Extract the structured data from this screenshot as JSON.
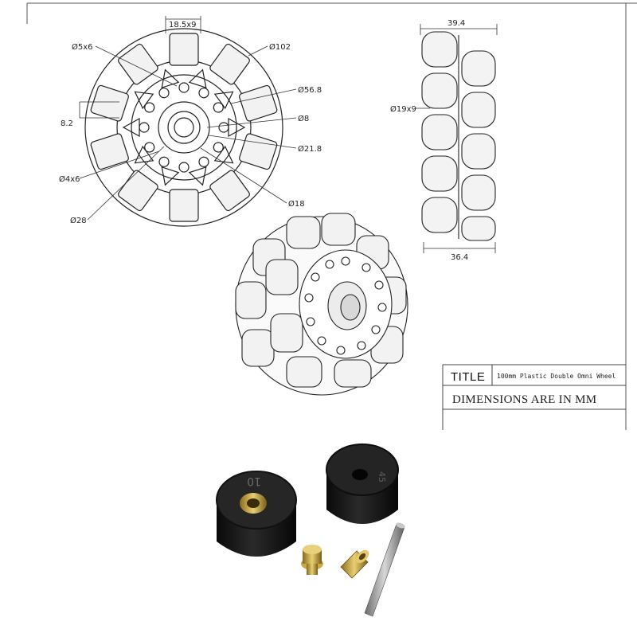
{
  "drawing": {
    "front_view": {
      "dims": {
        "roller_slot": "18.5x9",
        "small_holes": "Ø5x6",
        "outer_diameter": "Ø102",
        "bolt_circle": "Ø56.8",
        "hub_depth": "8.2",
        "bore": "Ø8",
        "hub_outer": "Ø21.8",
        "hex_holes": "Ø4x6",
        "hub_ring": "Ø28",
        "center": "Ø18"
      }
    },
    "side_view": {
      "dims": {
        "total_width": "39.4",
        "rollers": "Ø19x9",
        "base_width": "36.4"
      }
    },
    "title_block": {
      "title_label": "TITLE",
      "title_value": "100mm Plastic Double Omni Wheel",
      "note": "DIMENSIONS ARE IN MM"
    }
  },
  "photo": {
    "roller_left_marking": "10",
    "roller_right_marking": "45"
  }
}
